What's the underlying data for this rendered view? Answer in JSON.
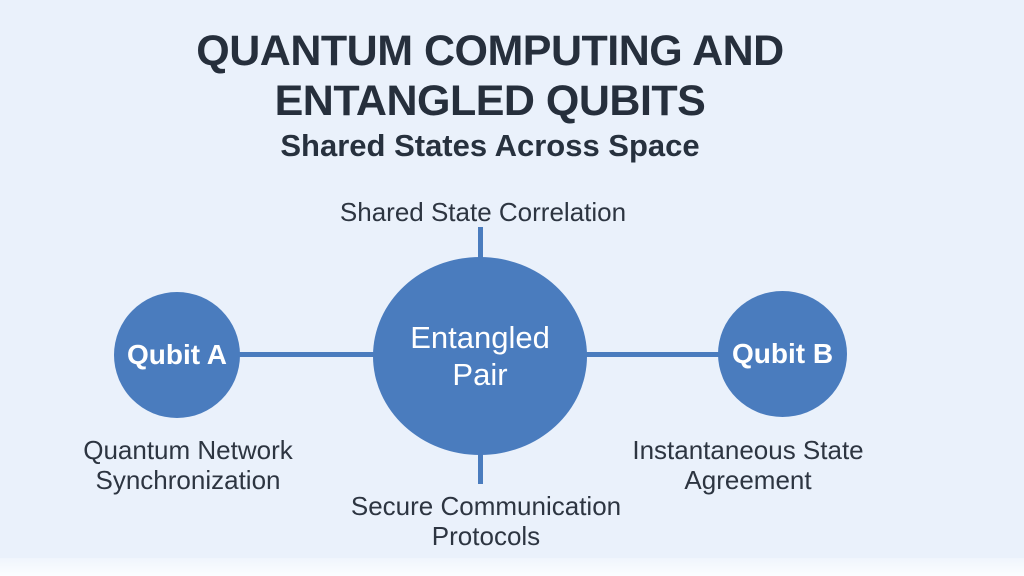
{
  "page": {
    "background_color": "#eaf1fb",
    "accent_color": "#4a7cbe",
    "title_color": "#262f3c",
    "label_color": "#2d3541",
    "node_text_color": "#ffffff"
  },
  "header": {
    "title_line1": "QUANTUM COMPUTING AND",
    "title_line2": "ENTANGLED QUBITS",
    "subtitle": "Shared States Across Space"
  },
  "diagram": {
    "nodes": {
      "center": {
        "label": "Entangled Pair"
      },
      "left": {
        "label": "Qubit A"
      },
      "right": {
        "label": "Qubit B"
      }
    },
    "annotations": {
      "top": "Shared State Correlation",
      "left": "Quantum Network Synchronization",
      "right": "Instantaneous State Agreement",
      "bottom": "Secure Communication Protocols"
    }
  }
}
